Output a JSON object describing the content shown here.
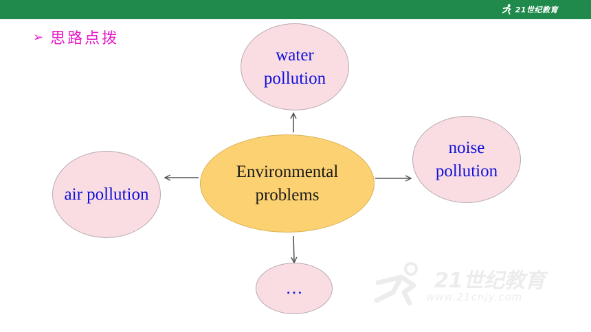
{
  "header": {
    "logo_text": "21世纪教育",
    "accent_color": "#1f8a4c"
  },
  "heading": {
    "arrow": "➢",
    "text": "思路点拨",
    "color": "#e619c8"
  },
  "diagram": {
    "center": {
      "label": "Environmental\nproblems"
    },
    "branches": [
      {
        "id": "top",
        "label": "water\npollution"
      },
      {
        "id": "right",
        "label": "noise\npollution"
      },
      {
        "id": "left",
        "label": "air pollution"
      },
      {
        "id": "bottom",
        "label": "…"
      }
    ]
  },
  "watermark": {
    "text": "21世纪教育",
    "url": "www.21cnjy.com"
  }
}
